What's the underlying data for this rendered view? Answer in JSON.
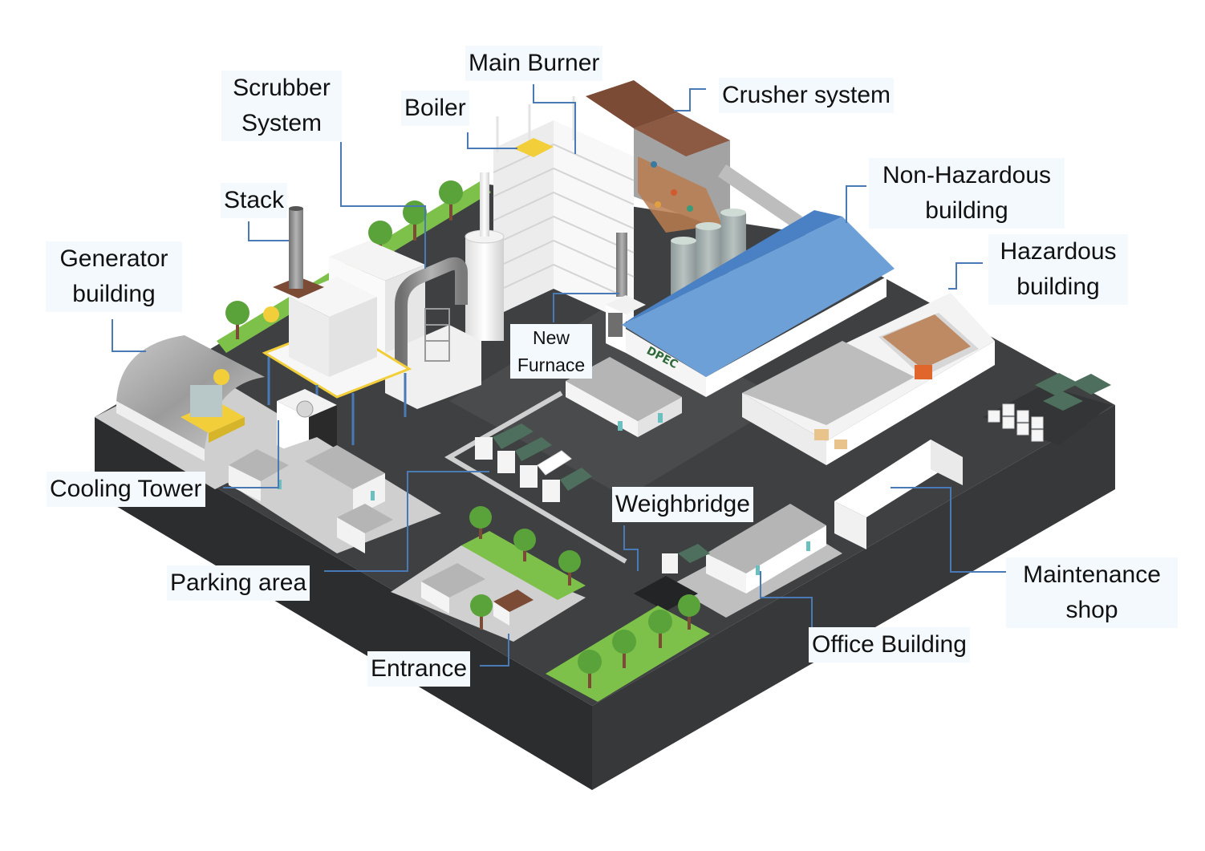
{
  "diagram": {
    "title": "Waste treatment plant layout",
    "colors": {
      "leader_line": "#4a7ab5",
      "label_bg": "#f4f9fd",
      "ground": "#3f4042",
      "platform_side_left": "#2b2d2f",
      "platform_side_right": "#363839",
      "grass": "#7dc04a",
      "roof_blue": "#5b93d4",
      "roof_brown": "#7b4b36",
      "accent_yellow": "#f2cf3a",
      "truck_green": "#4e6f5d"
    },
    "labels": [
      {
        "id": "main-burner",
        "lines": [
          "Main Burner"
        ]
      },
      {
        "id": "scrubber-system",
        "lines": [
          "Scrubber",
          "System"
        ]
      },
      {
        "id": "boiler",
        "lines": [
          "Boiler"
        ]
      },
      {
        "id": "crusher-system",
        "lines": [
          "Crusher system"
        ]
      },
      {
        "id": "stack",
        "lines": [
          "Stack"
        ]
      },
      {
        "id": "non-hazardous-building",
        "lines": [
          "Non-Hazardous",
          "building"
        ]
      },
      {
        "id": "generator-building",
        "lines": [
          "Generator",
          "building"
        ]
      },
      {
        "id": "hazardous-building",
        "lines": [
          "Hazardous",
          "building"
        ]
      },
      {
        "id": "new-furnace",
        "lines": [
          "New",
          "Furnace"
        ]
      },
      {
        "id": "cooling-tower",
        "lines": [
          "Cooling Tower"
        ]
      },
      {
        "id": "weighbridge",
        "lines": [
          "Weighbridge"
        ]
      },
      {
        "id": "maintenance-shop",
        "lines": [
          "Maintenance",
          "shop"
        ]
      },
      {
        "id": "parking-area",
        "lines": [
          "Parking area"
        ]
      },
      {
        "id": "office-building",
        "lines": [
          "Office Building"
        ]
      },
      {
        "id": "entrance",
        "lines": [
          "Entrance"
        ]
      }
    ],
    "signage": {
      "building_logo": "DPEC"
    }
  }
}
